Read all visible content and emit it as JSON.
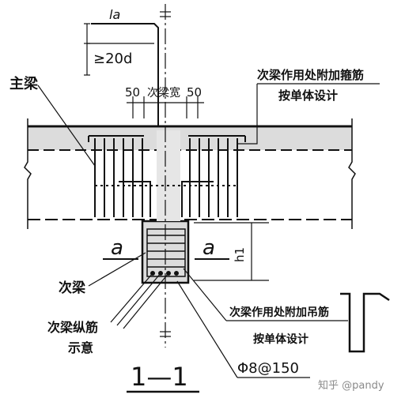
{
  "labels": {
    "main_beam": "主梁",
    "secondary_beam": "次梁",
    "secondary_long_bars_1": "次梁纵筋",
    "secondary_long_bars_2": "示意",
    "stirrup_note_1": "次梁作用处附加箍筋",
    "stirrup_note_2": "按单体设计",
    "hanger_note_1": "次梁作用处附加吊筋",
    "hanger_note_2": "按单体设计",
    "anchor_length": "la",
    "min_extension": "≥20d",
    "dim_50_left": "50",
    "dim_secondary_width": "次梁宽",
    "dim_50_right": "50",
    "height_h1": "h1",
    "section_a_left": "a",
    "section_a_right": "a",
    "stirrup_spec": "Φ8@150",
    "section_title": "1—1",
    "watermark": "知乎 @pandy"
  },
  "colors": {
    "ink": "#111111",
    "concrete_fill": "#dcdcdc",
    "background": "#ffffff"
  }
}
